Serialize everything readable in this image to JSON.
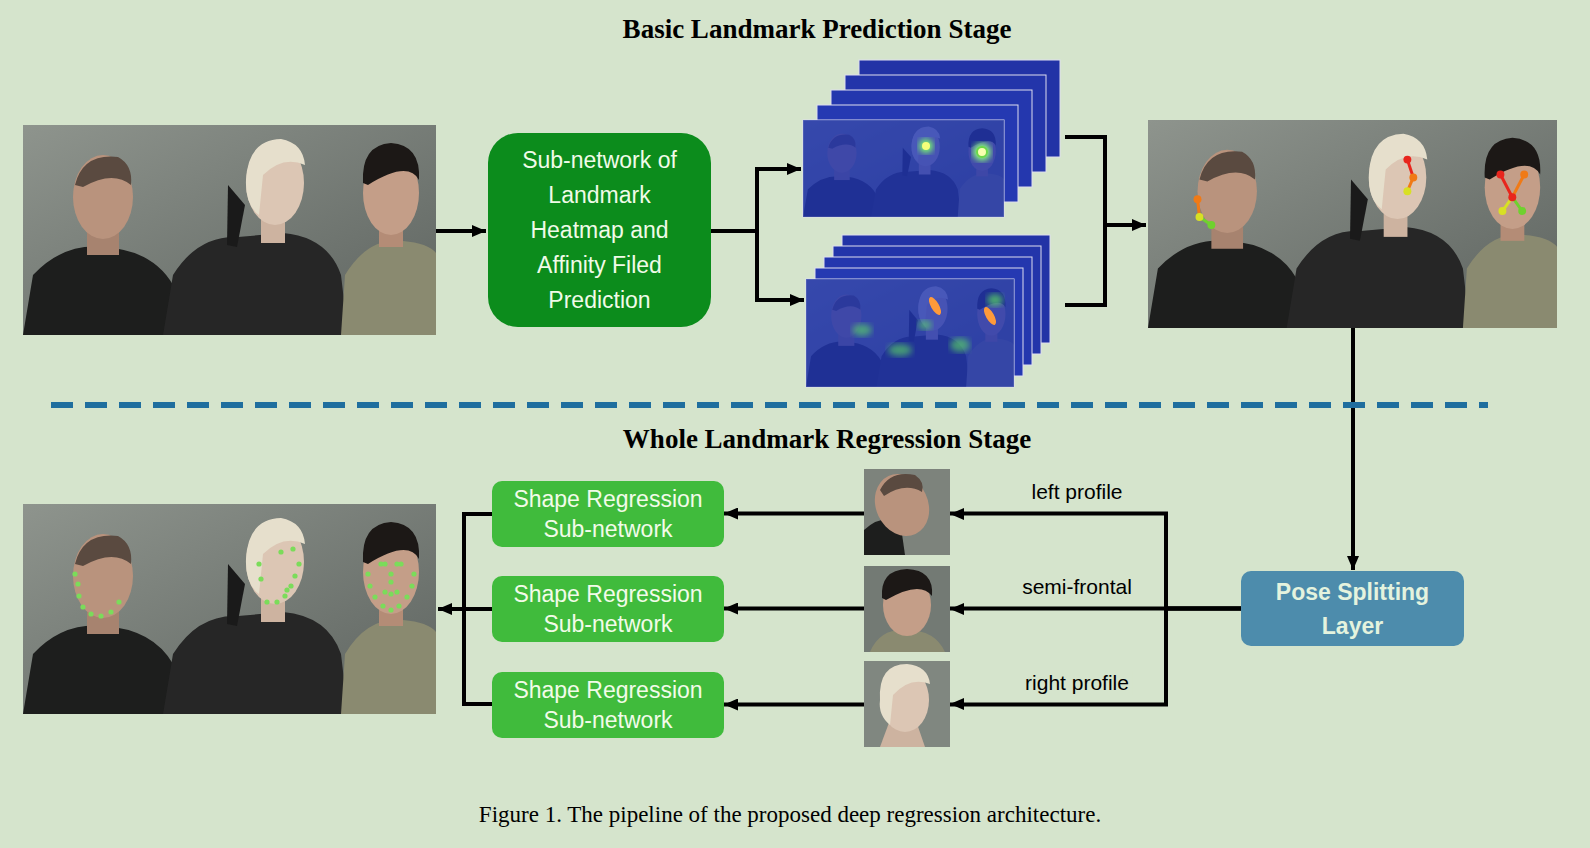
{
  "diagram": {
    "title": "Basic Landmark Prediction Stage",
    "caption": "Figure 1. The pipeline of the proposed deep regression architecture.",
    "nodes": [
      {
        "text": [
          "Sub-network of Landmark Heatmap and Affinity Filed Prediction"
        ]
      },
      {
        "text": [
          "Pose Splitting Layer"
        ]
      },
      {
        "text": [
          "Shape Regression Sub-network"
        ]
      },
      {
        "text": [
          "Shape Regression Sub-network"
        ]
      },
      {
        "text": [
          "Shape Regression Sub-network"
        ]
      }
    ],
    "edges": [
      {
        "from": 1,
        "to": 2,
        "arrow": "to",
        "label": "left profile"
      },
      {
        "from": 1,
        "to": 3,
        "arrow": "to",
        "label": "semi-frontal"
      },
      {
        "from": 1,
        "to": 4,
        "arrow": "to",
        "label": "right profile"
      }
    ],
    "labels": [
      "Whole Landmark Regression Stage"
    ]
  }
}
